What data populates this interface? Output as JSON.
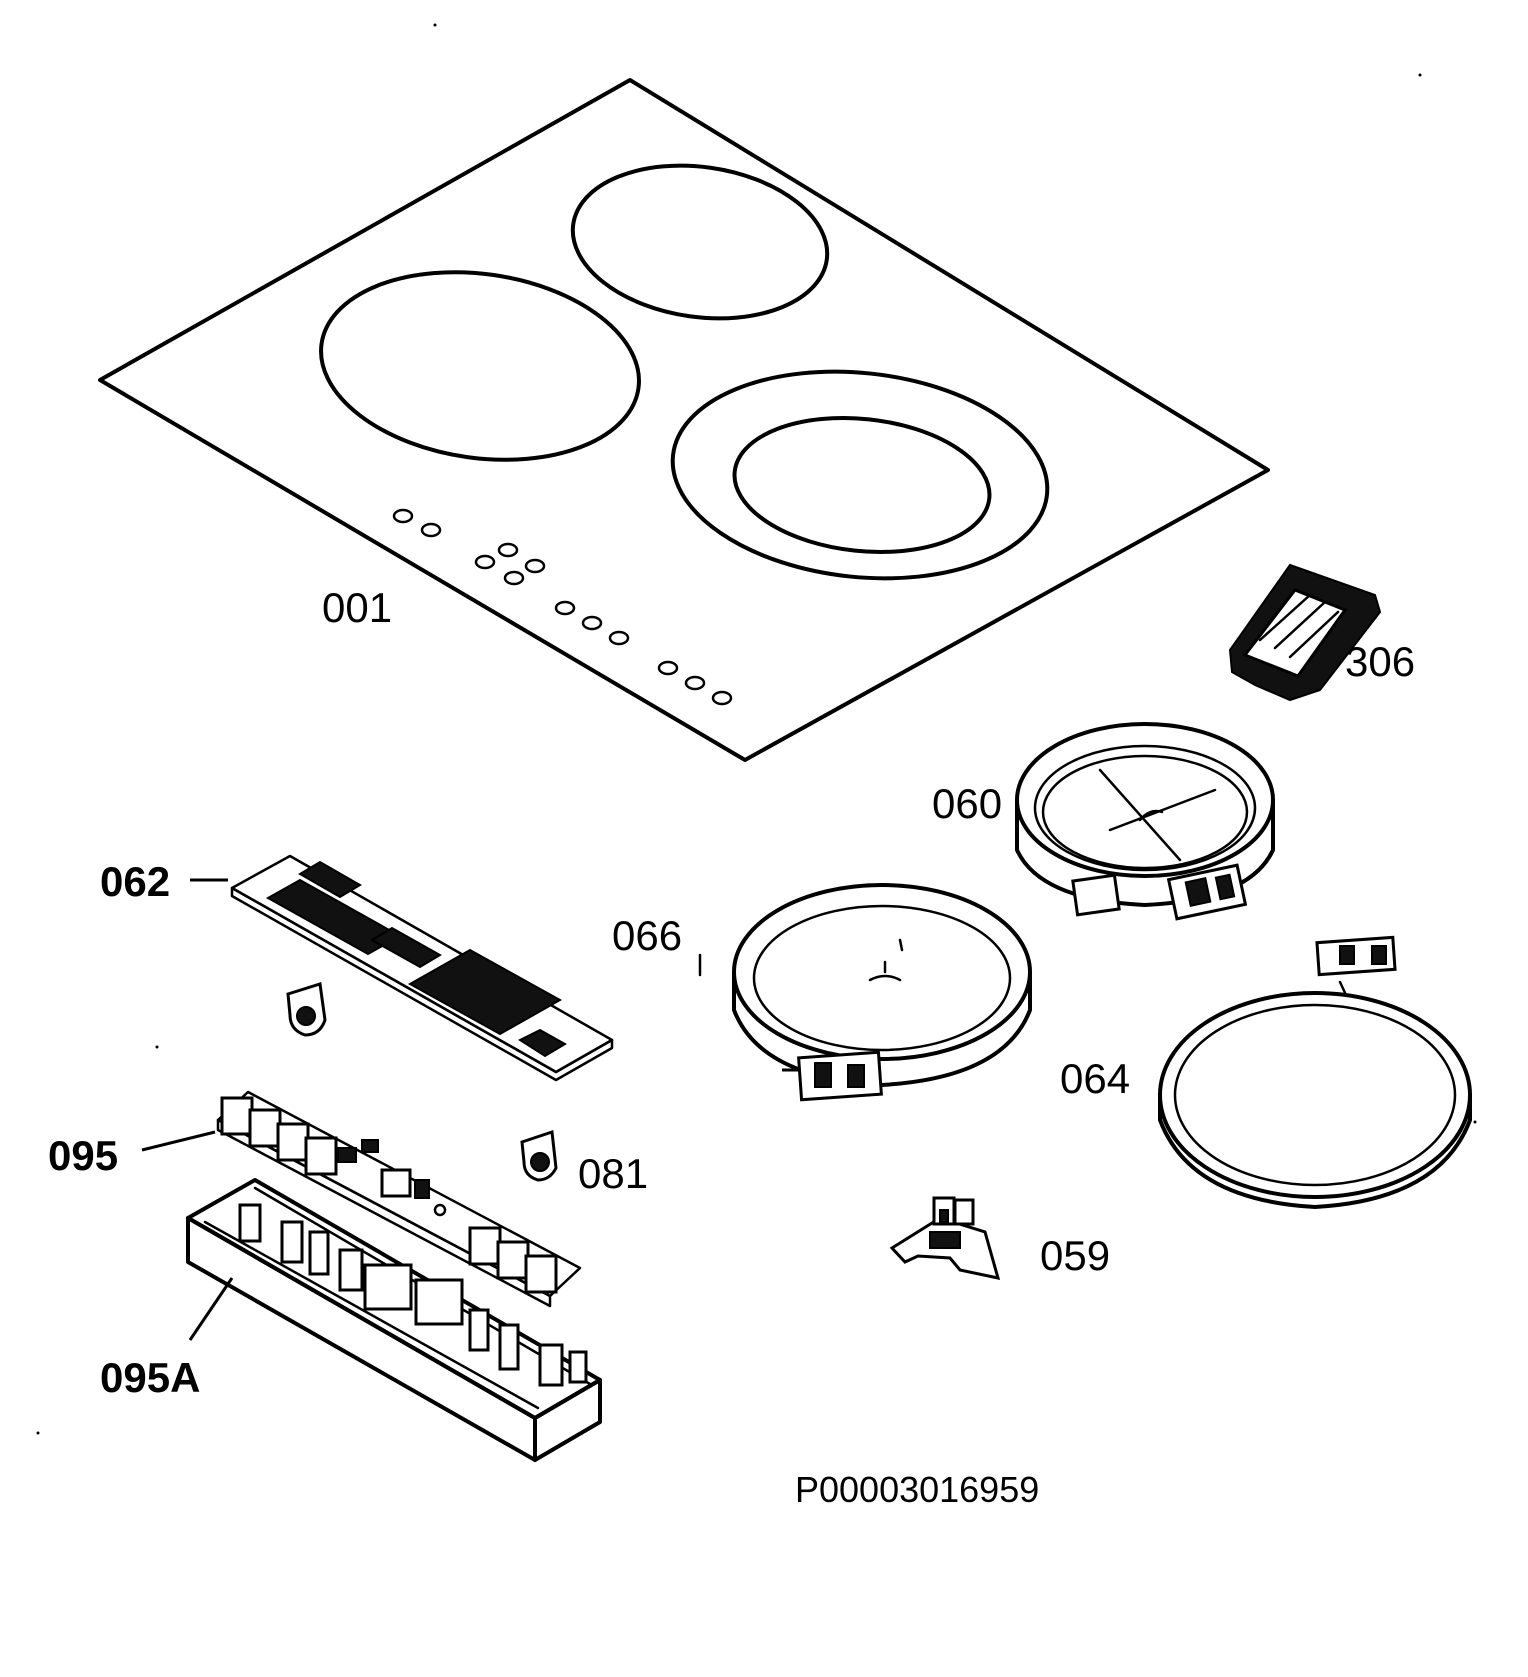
{
  "labels": {
    "cooktop": "001",
    "connector_block": "306",
    "dual_ring_heater": "060",
    "control_board": "062",
    "heater_large": "066",
    "heater_ring": "064",
    "power_board": "095",
    "knob_small": "081",
    "board_housing": "095A",
    "thermal_switch": "059"
  },
  "reference_number": "P00003016959"
}
